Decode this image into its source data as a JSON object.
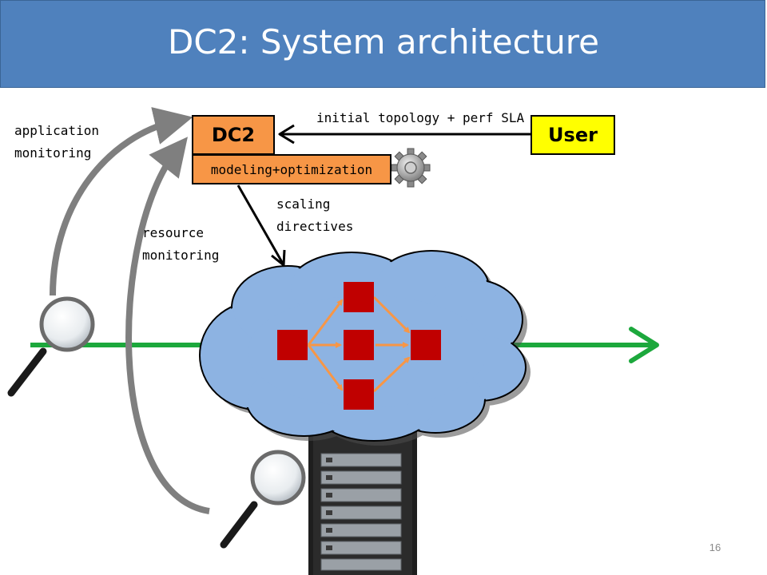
{
  "slide": {
    "title": "DC2: System architecture",
    "page_number": "16"
  },
  "diagram": {
    "dc2_box": "DC2",
    "user_box": "User",
    "modeling_box": "modeling+optimization",
    "edge_user_to_dc2": "initial topology + perf SLA",
    "edge_scaling_line1": "scaling",
    "edge_scaling_line2": "directives",
    "app_monitoring_line1": "application",
    "app_monitoring_line2": "monitoring",
    "res_monitoring_line1": "resource",
    "res_monitoring_line2": "monitoring"
  },
  "icons": [
    "gear-icon",
    "magnifier-icon",
    "cloud-shape",
    "server-rack-icon"
  ],
  "colors": {
    "title_bar": "#4f81bd",
    "dc2_box": "#f79646",
    "user_box": "#ffff00",
    "cloud": "#8db3e2",
    "node": "#c00000",
    "node_edge": "#f79646",
    "flow_arrow": "#1ca83c",
    "monitor_arrow": "#7f7f7f"
  }
}
